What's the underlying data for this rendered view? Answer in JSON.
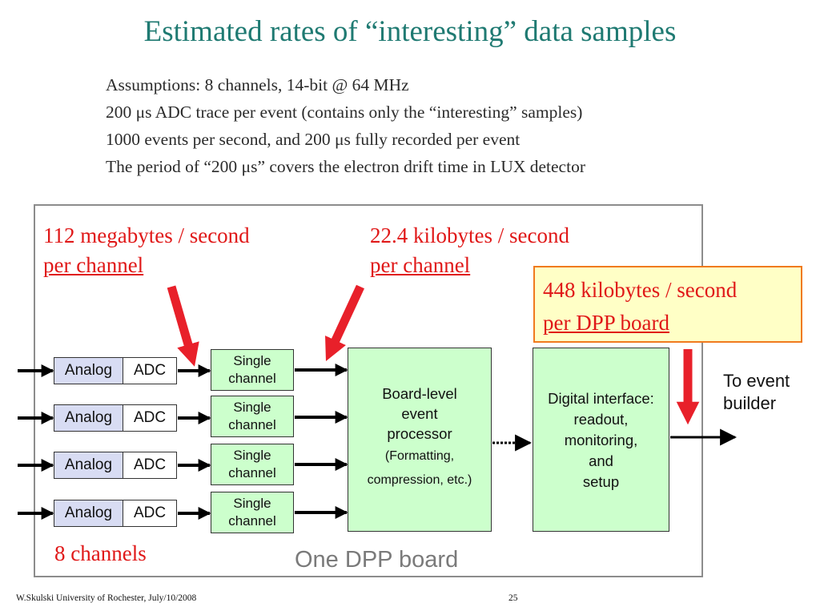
{
  "slide": {
    "title": "Estimated rates of “interesting” data samples",
    "assumptions": [
      "Assumptions: 8 channels, 14-bit @ 64 MHz",
      "200  μs ADC trace per event (contains only the “interesting” samples)",
      "1000 events per second, and 200 μs fully recorded per event",
      "The period of “200 μs” covers the electron drift time in LUX detector"
    ]
  },
  "diagram": {
    "rate_adc": {
      "line1": "112 megabytes / second",
      "line2": "per channel"
    },
    "rate_channel": {
      "line1": "22.4 kilobytes / second",
      "line2": "per channel"
    },
    "rate_board": {
      "line1": "448 kilobytes / second",
      "line2": "per DPP board"
    },
    "analog_label": "Analog",
    "adc_label": "ADC",
    "single_line1": "Single",
    "single_line2": "channel",
    "processor": {
      "line1": "Board-level",
      "line2": "event",
      "line3": "processor",
      "line4": "(Formatting,",
      "line5": "compression, etc.)"
    },
    "interface": {
      "line1": "Digital interface:",
      "line2": "readout,",
      "line3": "monitoring,",
      "line4": "and",
      "line5": "setup"
    },
    "output": {
      "line1": "To event",
      "line2": "builder"
    },
    "channels_label": "8 channels",
    "board_label": "One DPP board"
  },
  "footer": {
    "author": "W.Skulski  University of",
    "affiliation": "Rochester, July/10/2008",
    "page": "25"
  },
  "colors": {
    "title": "#1f7a72",
    "red": "#e01818",
    "box_green": "#ccffcc",
    "analog_fill": "#d8dcf3",
    "callout_fill": "#ffffc6",
    "callout_border": "#f07a1e"
  }
}
